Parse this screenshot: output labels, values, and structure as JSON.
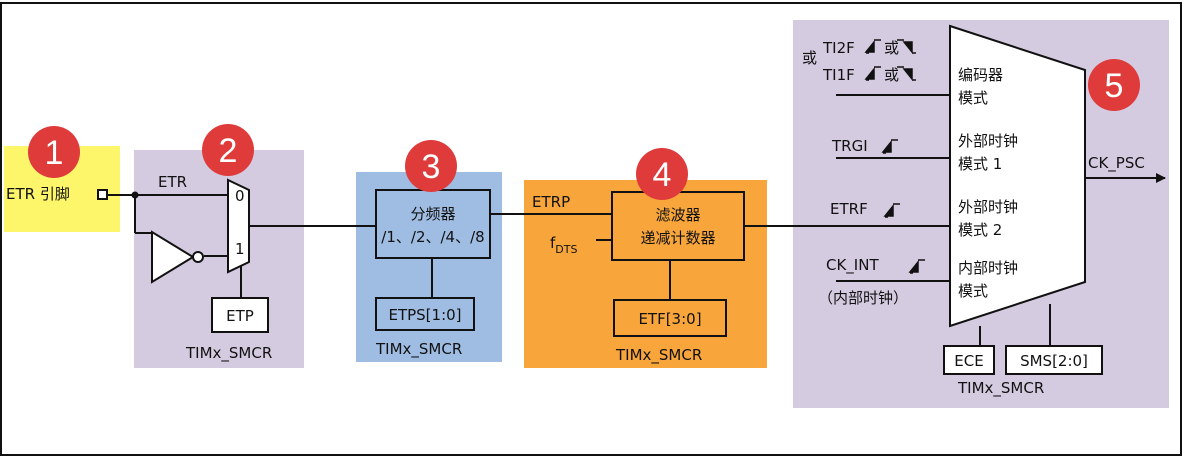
{
  "colors": {
    "border": "#111111",
    "badge": "#df3b3b",
    "yellow": "#fdf56a",
    "lavender": "#d5cbe0",
    "blue": "#9fbde3",
    "orange": "#f8a53c",
    "selector_bg": "#d4c9e0"
  },
  "badges": [
    "1",
    "2",
    "3",
    "4",
    "5"
  ],
  "etr_pin": {
    "label": "ETR 引脚"
  },
  "polarity": {
    "etr_label": "ETR",
    "mux_in0": "0",
    "mux_in1": "1",
    "etp_label": "ETP",
    "reg_label": "TIMx_SMCR"
  },
  "prescaler": {
    "title": "分频器",
    "ratios": "/1、/2、/4、/8",
    "etps_label": "ETPS[1:0]",
    "reg_label": "TIMx_SMCR"
  },
  "filter": {
    "etrp_label": "ETRP",
    "fdts_main": "f",
    "fdts_sub": "DTS",
    "title": "滤波器",
    "subtitle": "递减计数器",
    "etf_label": "ETF[3:0]",
    "reg_label": "TIMx_SMCR"
  },
  "selector": {
    "or_label": "或",
    "ti2f_label": "TI2F",
    "ti1f_label": "TI1F",
    "or_mid": "或",
    "encoder_line1": "编码器",
    "encoder_line2": "模式",
    "trgi_label": "TRGI",
    "ext1_line1": "外部时钟",
    "ext1_line2": "模式 1",
    "etrf_label": "ETRF",
    "ext2_line1": "外部时钟",
    "ext2_line2": "模式 2",
    "ckint_label": "CK_INT",
    "ckint_note": "（内部时钟）",
    "int_line1": "内部时钟",
    "int_line2": "模式",
    "output_label": "CK_PSC",
    "ece_label": "ECE",
    "sms_label": "SMS[2:0]",
    "reg_label": "TIMx_SMCR"
  }
}
